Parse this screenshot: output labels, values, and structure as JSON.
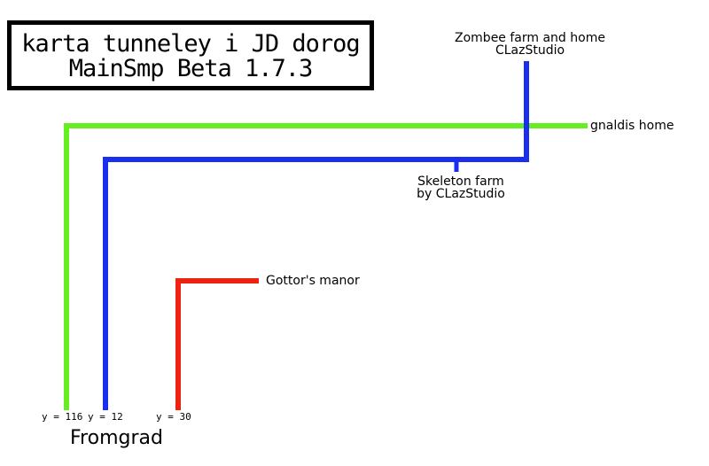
{
  "title": {
    "line1": "karta tunneley i JD dorog",
    "line2": "MainSmp Beta 1.7.3"
  },
  "colors": {
    "green": "#66ee22",
    "blue": "#1a2eee",
    "red": "#ee2211",
    "text": "#000000",
    "background": "#ffffff"
  },
  "routes": [
    {
      "name": "green-tunnel",
      "color": "#66ee22",
      "depth_label": "y = 116"
    },
    {
      "name": "blue-tunnel",
      "color": "#1a2eee",
      "depth_label": "y = 12"
    },
    {
      "name": "red-tunnel",
      "color": "#ee2211",
      "depth_label": "y = 30"
    }
  ],
  "places": {
    "zombee": {
      "line1": "Zombee farm and home",
      "line2": "CLazStudio"
    },
    "gnaldis": "gnaldis home",
    "skeleton": {
      "line1": "Skeleton farm",
      "line2": "by CLazStudio"
    },
    "gottor": "Gottor's manor",
    "origin": "Fromgrad"
  }
}
